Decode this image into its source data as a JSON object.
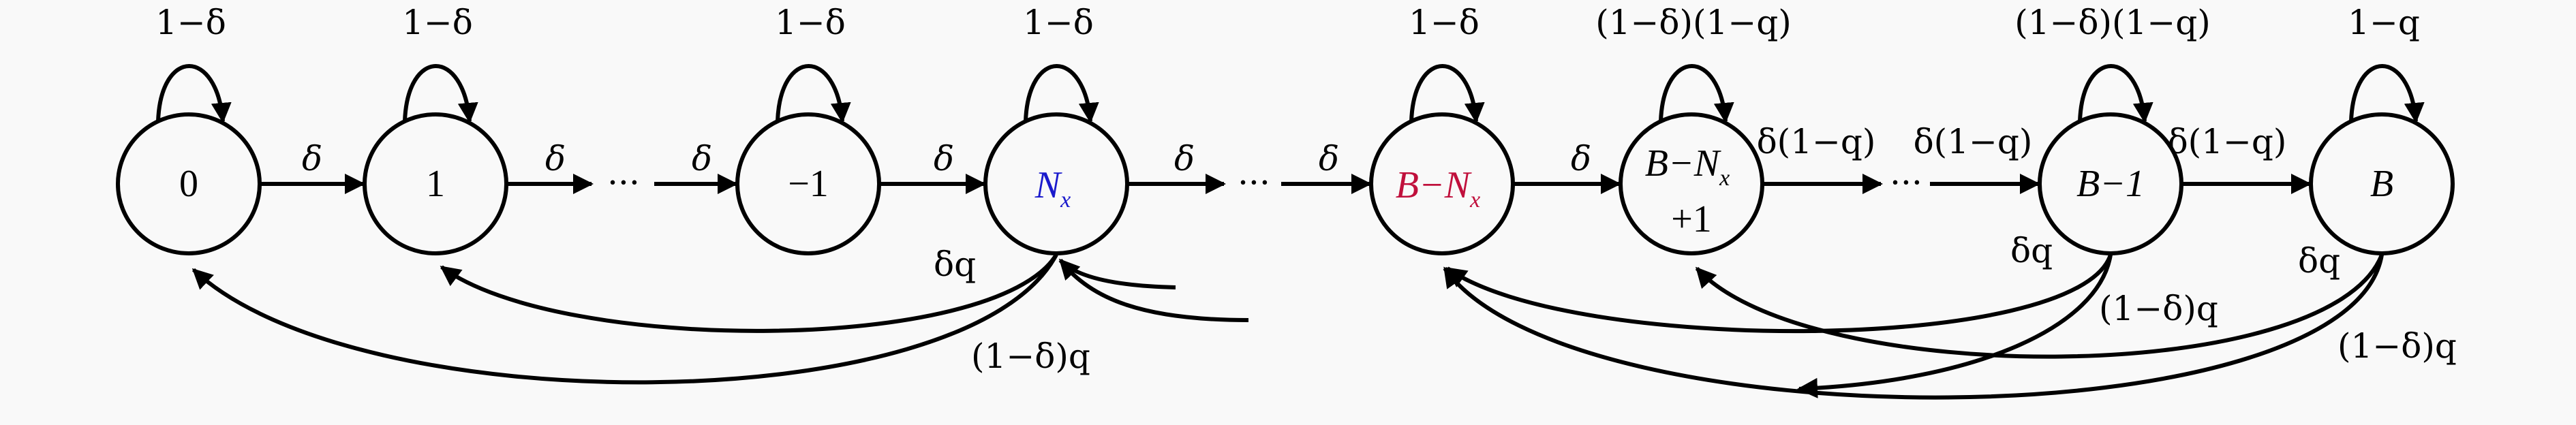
{
  "colors": {
    "line": "#000000",
    "nx": "#1a1acc",
    "bnx": "#c0103c",
    "background": "#f9f9f9"
  },
  "nodes": [
    {
      "id": "0",
      "label": "0"
    },
    {
      "id": "1",
      "label": "1"
    },
    {
      "id": "m1",
      "label": "−1"
    },
    {
      "id": "nx",
      "main": "N",
      "sub": "x"
    },
    {
      "id": "bnx",
      "main": "B−N",
      "sub": "x"
    },
    {
      "id": "bnx1",
      "main": "B−N",
      "sub": "x",
      "line2": "+1"
    },
    {
      "id": "bm1",
      "label": "B−1"
    },
    {
      "id": "b",
      "label": "B"
    }
  ],
  "self_loops": [
    "1−δ",
    "1−δ",
    "1−δ",
    "1−δ",
    "1−δ",
    "(1−δ)(1−q)",
    "(1−δ)(1−q)",
    "1−q"
  ],
  "forward_labels": [
    "δ",
    "δ",
    "δ",
    "δ",
    "δ",
    "δ",
    "δ",
    "δ(1−q)",
    "δ(1−q)",
    "δ(1−q)"
  ],
  "ellipsis": "···",
  "back_labels": {
    "nx_dq": "δq",
    "nx_1dq": "(1−δ)q",
    "bm1_dq": "δq",
    "bm1_1dq": "(1−δ)q",
    "b_dq": "δq",
    "b_1dq": "(1−δ)q"
  }
}
